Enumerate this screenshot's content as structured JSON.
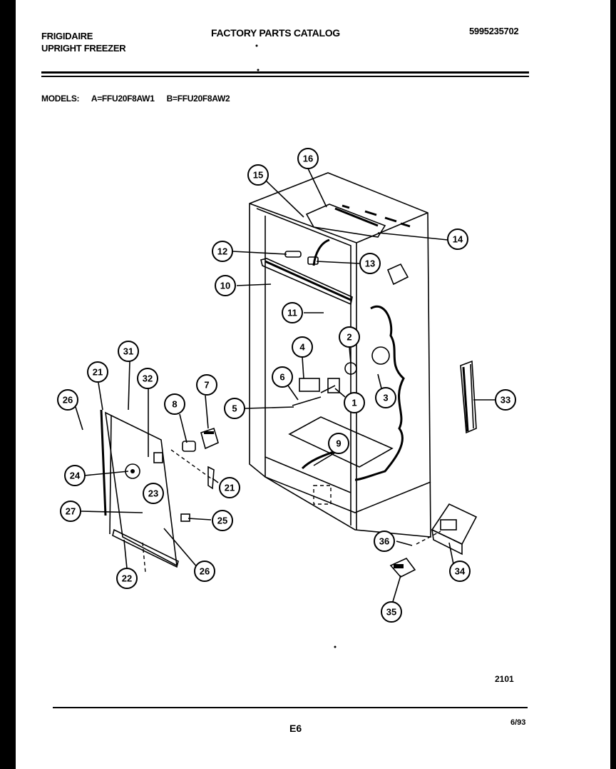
{
  "header": {
    "brand": "FRIGIDAIRE",
    "product": "UPRIGHT FREEZER",
    "catalog_title": "FACTORY PARTS CATALOG",
    "part_number": "5995235702"
  },
  "models": {
    "label": "MODELS:",
    "model_a": "A=FFU20F8AW1",
    "model_b": "B=FFU20F8AW2"
  },
  "callouts": [
    "16",
    "15",
    "14",
    "12",
    "13",
    "10",
    "11",
    "2",
    "4",
    "6",
    "1",
    "3",
    "5",
    "9",
    "31",
    "21",
    "32",
    "7",
    "8",
    "26",
    "24",
    "23",
    "21",
    "27",
    "25",
    "22",
    "26",
    "33",
    "36",
    "34",
    "35"
  ],
  "footer": {
    "drawing_code": "2101",
    "page": "E6",
    "date": "6/93"
  }
}
